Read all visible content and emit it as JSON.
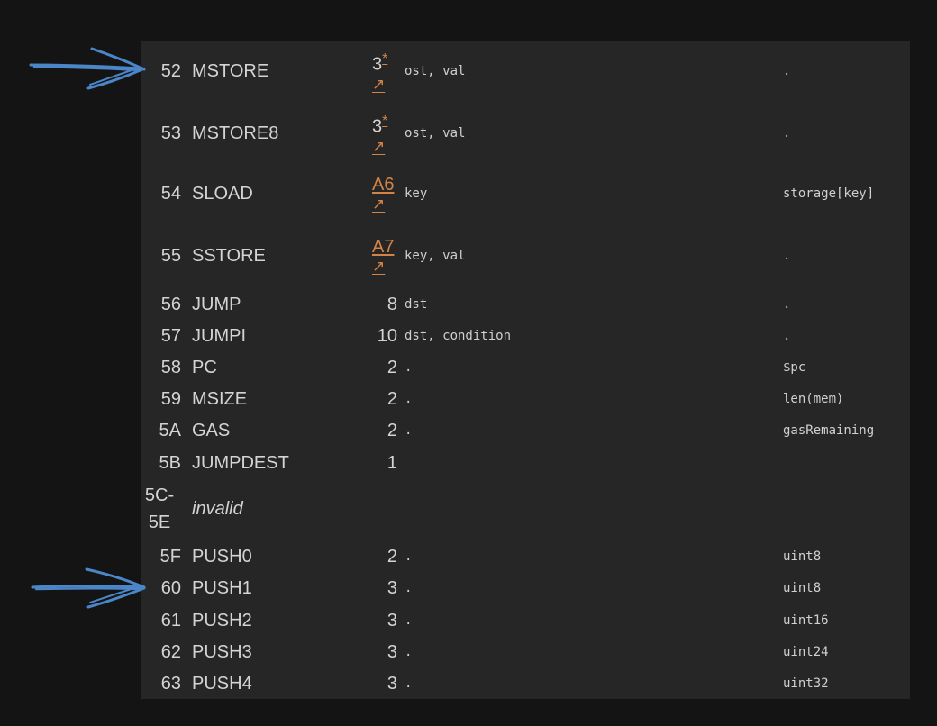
{
  "rows": [
    {
      "op": "52",
      "name": "MSTORE",
      "gas": "3",
      "gas_asterisk": "*",
      "gas_arrow": "↗",
      "inputs": "ost, val",
      "output": "."
    },
    {
      "op": "53",
      "name": "MSTORE8",
      "gas": "3",
      "gas_asterisk": "*",
      "gas_arrow": "↗",
      "inputs": "ost, val",
      "output": "."
    },
    {
      "op": "54",
      "name": "SLOAD",
      "gas": "A6",
      "gas_arrow": "↗",
      "inputs": "key",
      "output": "storage[key]"
    },
    {
      "op": "55",
      "name": "SSTORE",
      "gas": "A7",
      "gas_arrow": "↗",
      "inputs": "key, val",
      "output": "."
    },
    {
      "op": "56",
      "name": "JUMP",
      "gas": "8",
      "inputs": "dst",
      "output": "."
    },
    {
      "op": "57",
      "name": "JUMPI",
      "gas": "10",
      "inputs": "dst, condition",
      "output": "."
    },
    {
      "op": "58",
      "name": "PC",
      "gas": "2",
      "inputs": ".",
      "output": "$pc"
    },
    {
      "op": "59",
      "name": "MSIZE",
      "gas": "2",
      "inputs": ".",
      "output": "len(mem)"
    },
    {
      "op": "5A",
      "name": "GAS",
      "gas": "2",
      "inputs": ".",
      "output": "gasRemaining"
    },
    {
      "op": "5B",
      "name": "JUMPDEST",
      "gas": "1",
      "inputs": "",
      "output": ""
    },
    {
      "op_top": "5C-",
      "op_bottom": "5E",
      "name": "invalid",
      "gas": "",
      "inputs": "",
      "output": ""
    },
    {
      "op": "5F",
      "name": "PUSH0",
      "gas": "2",
      "inputs": ".",
      "output": "uint8"
    },
    {
      "op": "60",
      "name": "PUSH1",
      "gas": "3",
      "inputs": ".",
      "output": "uint8"
    },
    {
      "op": "61",
      "name": "PUSH2",
      "gas": "3",
      "inputs": ".",
      "output": "uint16"
    },
    {
      "op": "62",
      "name": "PUSH3",
      "gas": "3",
      "inputs": ".",
      "output": "uint24"
    },
    {
      "op": "63",
      "name": "PUSH4",
      "gas": "3",
      "inputs": ".",
      "output": "uint32"
    }
  ],
  "colors": {
    "page_background": "#141414",
    "panel_background": "#262626",
    "text": "#d4d4d4",
    "link_orange": "#d28347",
    "annotation_blue": "#4a86c8"
  }
}
